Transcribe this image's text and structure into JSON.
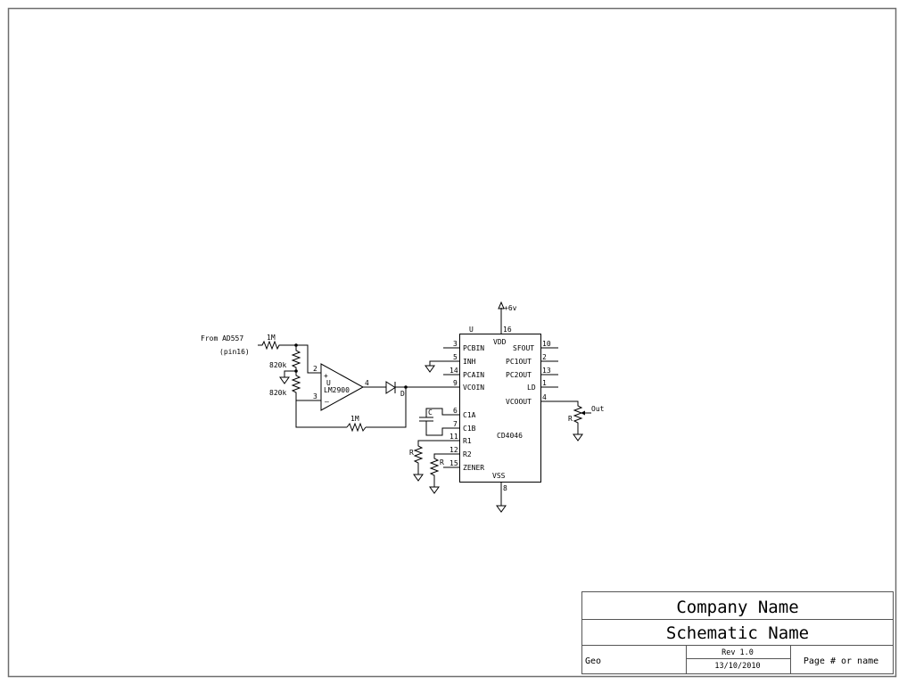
{
  "schematic": {
    "input": {
      "label_line1": "From AD557",
      "label_line2": "(pin16)"
    },
    "resistors": {
      "r_in": "1M",
      "r_div_top": "820k",
      "r_div_bottom": "820k",
      "r_feedback": "1M",
      "r_r1": "R",
      "r_r2": "R",
      "r_out_pot": "R"
    },
    "opamp": {
      "ref": "U",
      "part": "LM2900",
      "plus_sign": "+",
      "minus_sign": "–",
      "pin_plus": "2",
      "pin_minus": "3",
      "pin_out": "4"
    },
    "diode": {
      "label": "D"
    },
    "capacitor": {
      "label": "C"
    },
    "power": {
      "label": "+6v"
    },
    "output": {
      "label": "Out"
    },
    "ic": {
      "ref": "U",
      "part": "CD4046",
      "vdd_label": "VDD",
      "vdd_pin": "16",
      "vss_label": "VSS",
      "vss_pin": "8",
      "left_pins": [
        {
          "num": "3",
          "name": "PCBIN"
        },
        {
          "num": "5",
          "name": "INH"
        },
        {
          "num": "14",
          "name": "PCAIN"
        },
        {
          "num": "9",
          "name": "VCOIN"
        },
        {
          "num": "6",
          "name": "C1A"
        },
        {
          "num": "7",
          "name": "C1B"
        },
        {
          "num": "11",
          "name": "R1"
        },
        {
          "num": "12",
          "name": "R2"
        },
        {
          "num": "15",
          "name": "ZENER"
        }
      ],
      "right_pins": [
        {
          "num": "10",
          "name": "SFOUT"
        },
        {
          "num": "2",
          "name": "PC1OUT"
        },
        {
          "num": "13",
          "name": "PC2OUT"
        },
        {
          "num": "1",
          "name": "LD"
        },
        {
          "num": "4",
          "name": "VCOOUT"
        }
      ]
    }
  },
  "title_block": {
    "company": "Company Name",
    "schematic_name": "Schematic Name",
    "author": "Geo",
    "revision": "Rev 1.0",
    "date": "13/10/2010",
    "page": "Page # or name"
  }
}
